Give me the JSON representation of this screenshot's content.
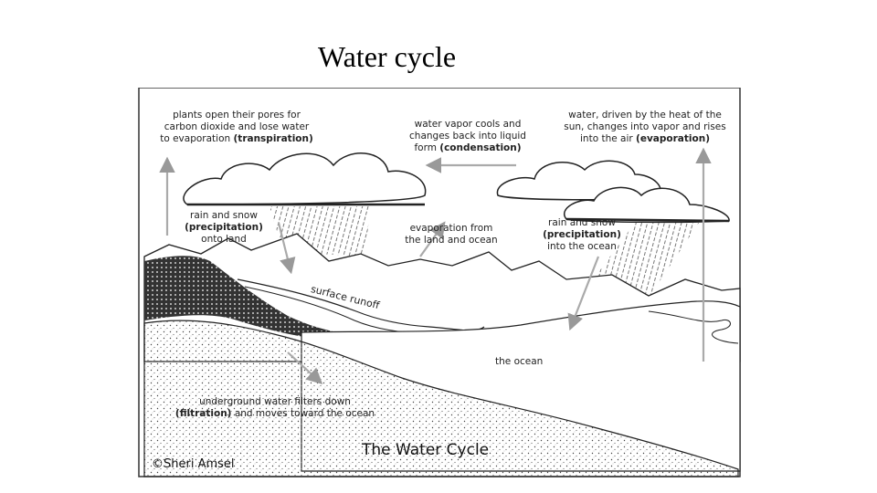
{
  "slide": {
    "title": "Water cycle"
  },
  "diagram": {
    "title": "The Water Cycle",
    "copyright": "©Sheri Amsel",
    "labels": {
      "transpiration_1": "plants open their pores for",
      "transpiration_2": "carbon dioxide and lose water",
      "transpiration_3": "to evaporation",
      "transpiration_term": "(transpiration)",
      "condensation_1": "water vapor cools and",
      "condensation_2": "changes back into liquid",
      "condensation_3": "form",
      "condensation_term": "(condensation)",
      "evaporation_1": "water, driven by the heat of the",
      "evaporation_2": "sun, changes into vapor and rises",
      "evaporation_3": "into the air",
      "evaporation_term": "(evaporation)",
      "precip_land_1": "rain and snow",
      "precip_land_term": "(precipitation)",
      "precip_land_3": "onto land",
      "evap_land_1": "evaporation from",
      "evap_land_2": "the land and ocean",
      "precip_ocean_1": "rain and snow",
      "precip_ocean_term": "(precipitation)",
      "precip_ocean_3": "into the ocean",
      "surface_runoff": "surface runoff",
      "ocean": "the ocean",
      "filtration_1": "underground water filters down",
      "filtration_term": "(filtration)",
      "filtration_2": "and moves toward the ocean"
    }
  }
}
